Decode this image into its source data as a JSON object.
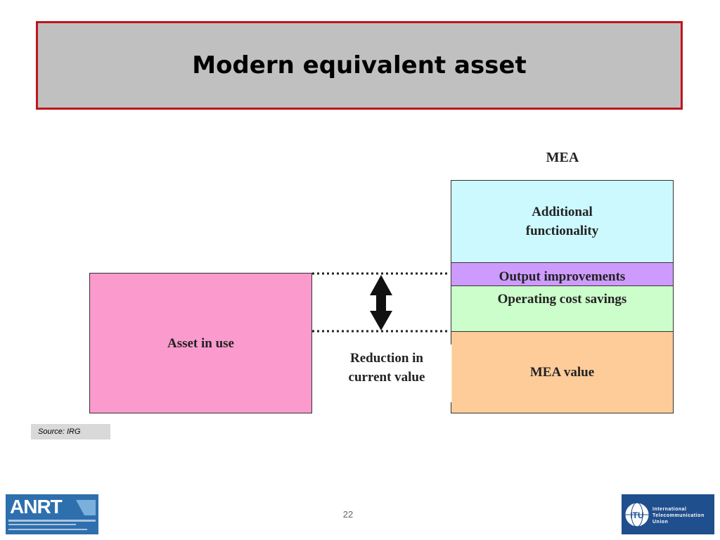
{
  "title": "Modern equivalent asset",
  "mea_header": "MEA",
  "boxes": {
    "asset_in_use": "Asset in use",
    "additional_functionality_line1": "Additional",
    "additional_functionality_line2": "functionality",
    "output_improvements": "Output improvements",
    "operating_cost_savings": "Operating cost savings",
    "mea_value": "MEA value"
  },
  "reduction_line1": "Reduction in",
  "reduction_line2": "current value",
  "source": "Source:  IRG",
  "page_number": "22",
  "logos": {
    "anrt": "ANRT",
    "itu_line1": "International",
    "itu_line2": "Telecommunication",
    "itu_line3": "Union",
    "itu_mark": "ITU"
  },
  "colors": {
    "title_border": "#c0141c",
    "asset_in_use": "#fa9acd",
    "additional_functionality": "#ccf9fe",
    "output_improvements": "#cd9bfd",
    "operating_cost_savings": "#ccfecc",
    "mea_value": "#fdcc99"
  }
}
